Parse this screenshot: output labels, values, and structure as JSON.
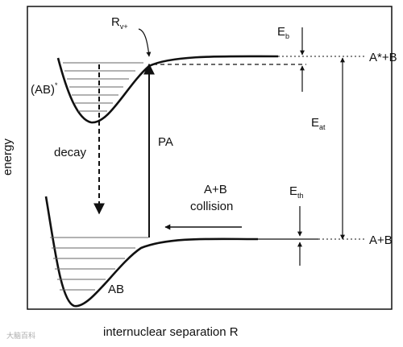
{
  "labels": {
    "y_axis": "energy",
    "x_axis": "internuclear separation R",
    "rv_main": "R",
    "rv_sub": "v+",
    "eb_main": "E",
    "eb_sub": "b",
    "excited_asymptote": "A*+B",
    "excited_molecule": "(AB)",
    "excited_star": "*",
    "decay": "decay",
    "pa": "PA",
    "eat_main": "E",
    "eat_sub": "at",
    "collision_line1": "A+B",
    "collision_line2": "collision",
    "eth_main": "E",
    "eth_sub": "th",
    "ground_asymptote": "A+B",
    "ground_molecule": "AB",
    "watermark": "大脑百科"
  }
}
